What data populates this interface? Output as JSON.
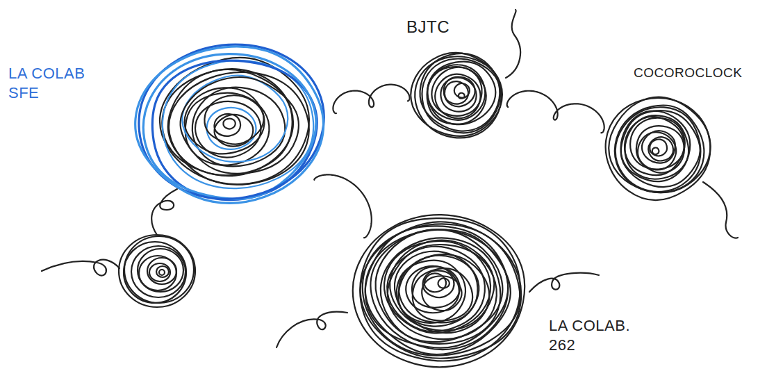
{
  "diagram": {
    "nodes": [
      {
        "text": [
          "LA COLAB SFE"
        ]
      },
      {
        "text": [
          "BJTC"
        ]
      },
      {
        "text": [
          "COCOROCLOCK"
        ]
      },
      {
        "text": [
          "LA COLAB. 262"
        ]
      }
    ],
    "edges": [
      {
        "from": 0,
        "to": 1,
        "arrow": "none"
      },
      {
        "from": 1,
        "to": 2,
        "arrow": "none"
      },
      {
        "from": 0,
        "to": 3,
        "arrow": "none"
      }
    ]
  }
}
